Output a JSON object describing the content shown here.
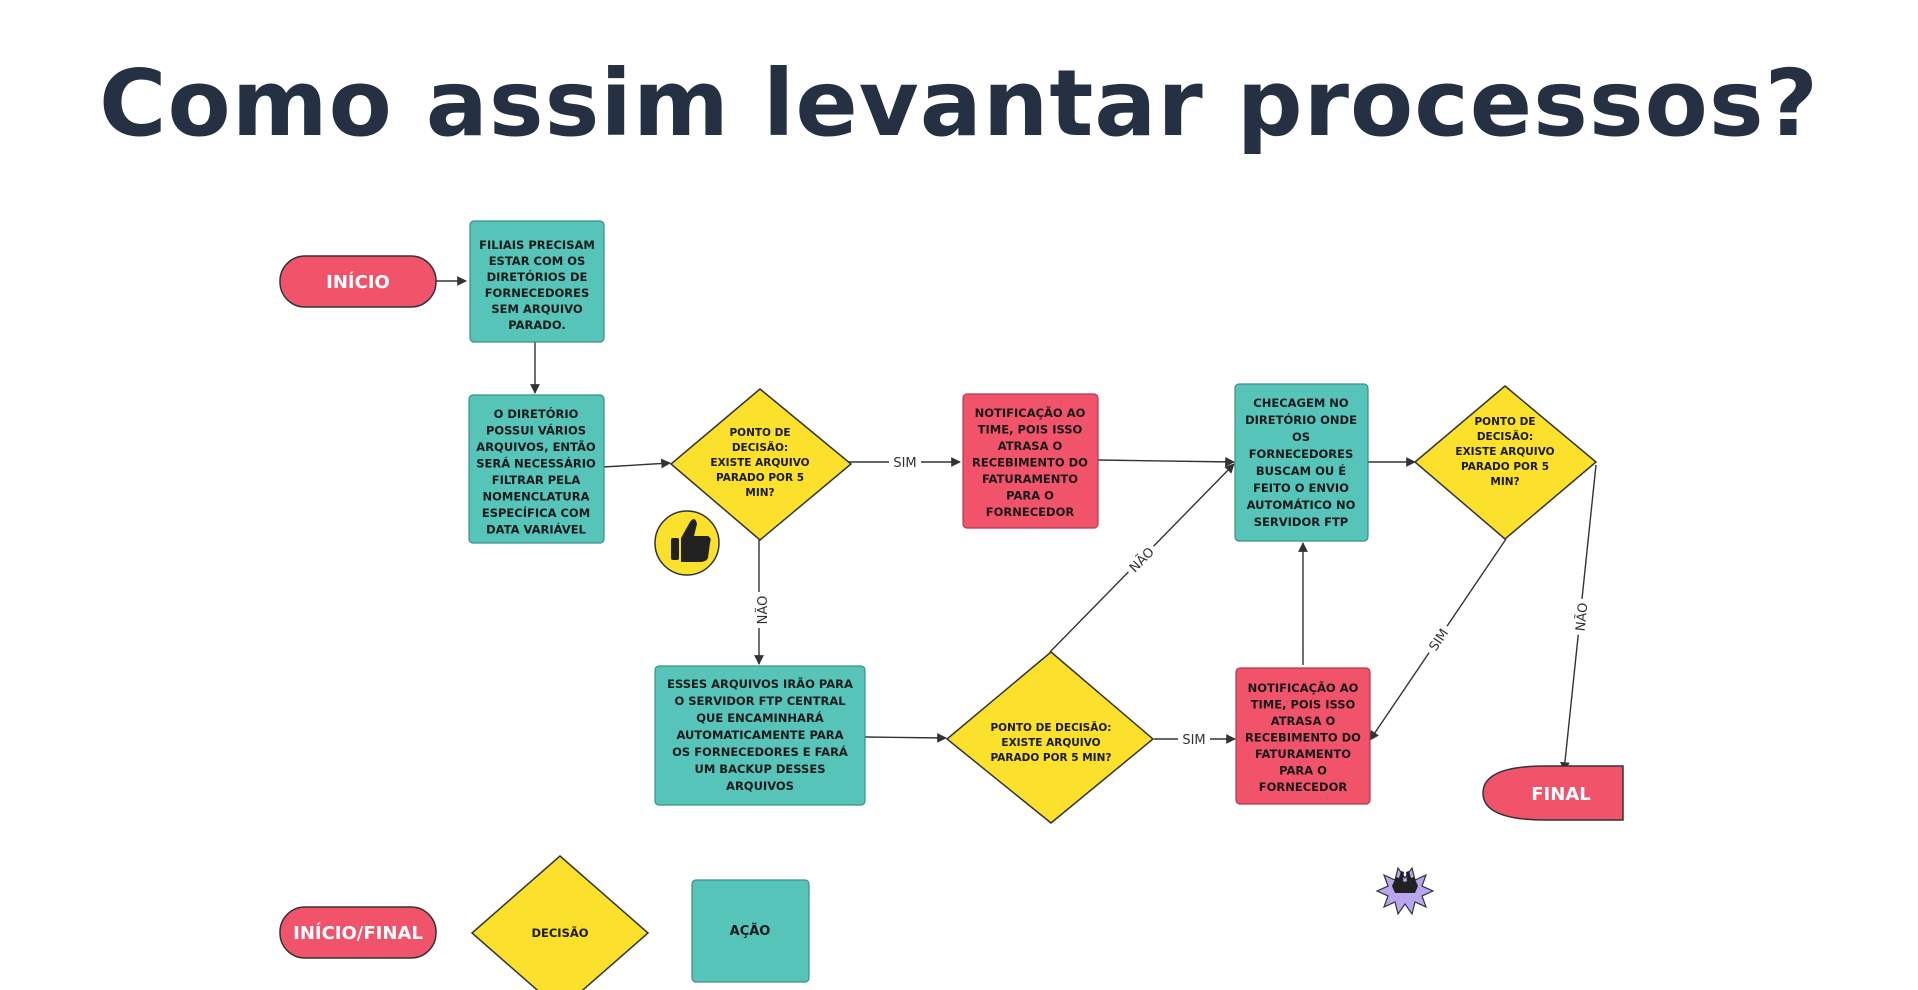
{
  "title": "Como assim levantar processos?",
  "colors": {
    "terminal": "#f1536b",
    "action": "#56c4b9",
    "decision": "#fbe12b",
    "notify": "#f1536b",
    "stroke": "#333333",
    "title": "#253142"
  },
  "nodes": {
    "inicio": "INÍCIO",
    "filiais": [
      "FILIAIS PRECISAM",
      "ESTAR COM OS",
      "DIRETÓRIOS DE",
      "FORNECEDORES",
      "SEM ARQUIVO",
      "PARADO."
    ],
    "diretorio": [
      "O DIRETÓRIO",
      "POSSUI VÁRIOS",
      "ARQUIVOS, ENTÃO",
      "SERÁ NECESSÁRIO",
      "FILTRAR PELA",
      "NOMENCLATURA",
      "ESPECÍFICA COM",
      "DATA VARIÁVEL"
    ],
    "decisao1": [
      "PONTO DE",
      "DECISÃO:",
      "EXISTE ARQUIVO",
      "PARADO POR 5",
      "MIN?"
    ],
    "notif1": [
      "NOTIFICAÇÃO AO",
      "TIME, POIS ISSO",
      "ATRASA O",
      "RECEBIMENTO DO",
      "FATURAMENTO",
      "PARA O",
      "FORNECEDOR"
    ],
    "checagem": [
      "CHECAGEM NO",
      "DIRETÓRIO ONDE",
      "OS",
      "FORNECEDORES",
      "BUSCAM OU É",
      "FEITO O ENVIO",
      "AUTOMÁTICO NO",
      "SERVIDOR FTP"
    ],
    "decisao3": [
      "PONTO DE",
      "DECISÃO:",
      "EXISTE ARQUIVO",
      "PARADO POR 5",
      "MIN?"
    ],
    "ftp": [
      "ESSES ARQUIVOS IRÃO PARA",
      "O SERVIDOR FTP CENTRAL",
      "QUE ENCAMINHARÁ",
      "AUTOMATICAMENTE PARA",
      "OS FORNECEDORES E FARÁ",
      "UM BACKUP DESSES",
      "ARQUIVOS"
    ],
    "decisao2": [
      "PONTO DE DECISÃO:",
      "EXISTE ARQUIVO",
      "PARADO POR 5 MIN?"
    ],
    "notif2": [
      "NOTIFICAÇÃO AO",
      "TIME, POIS ISSO",
      "ATRASA O",
      "RECEBIMENTO DO",
      "FATURAMENTO",
      "PARA O",
      "FORNECEDOR"
    ],
    "final": "FINAL"
  },
  "edges": {
    "sim": "SIM",
    "nao": "NÃO"
  },
  "legend": {
    "terminal": "INÍCIO/FINAL",
    "decision": "DECISÃO",
    "action": "AÇÃO"
  },
  "icons": {
    "thumbs_up": "thumbs-up-icon",
    "raised_hands": "raised-hands-icon"
  }
}
